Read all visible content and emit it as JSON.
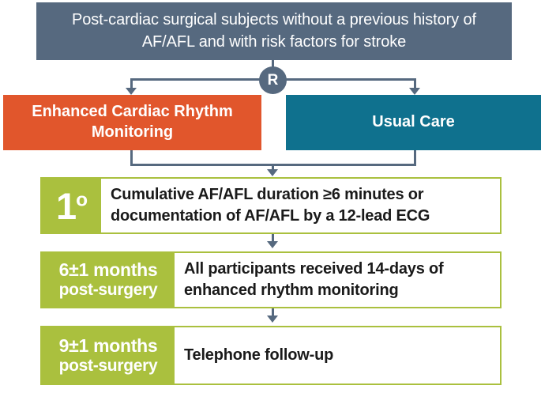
{
  "diagram": {
    "title": "Post-cardiac surgical trial flow diagram",
    "colors": {
      "population": "#56697f",
      "intervention": "#e1562c",
      "control": "#0f718e",
      "outcome": "#aac03e",
      "connector": "#56697f",
      "body_text": "#1a1a1a",
      "on_color_text": "#ffffff"
    },
    "population": {
      "text": "Post-cardiac surgical subjects without a previous history of AF/AFL and with risk factors for stroke"
    },
    "randomization": {
      "label": "R"
    },
    "arms": [
      {
        "id": "intervention",
        "label": "Enhanced Cardiac Rhythm Monitoring"
      },
      {
        "id": "control",
        "label": "Usual Care"
      }
    ],
    "rows": [
      {
        "id": "primary-endpoint",
        "tag_main": "1",
        "tag_superscript": "o",
        "body": "Cumulative AF/AFL duration ≥6 minutes or documentation of AF/AFL by a 12-lead ECG"
      },
      {
        "id": "month-6",
        "tag_line1": "6±1 months",
        "tag_line2": "post-surgery",
        "body": "All participants received 14-days of enhanced rhythm monitoring"
      },
      {
        "id": "month-9",
        "tag_line1": "9±1 months",
        "tag_line2": "post-surgery",
        "body": "Telephone follow-up"
      }
    ]
  }
}
